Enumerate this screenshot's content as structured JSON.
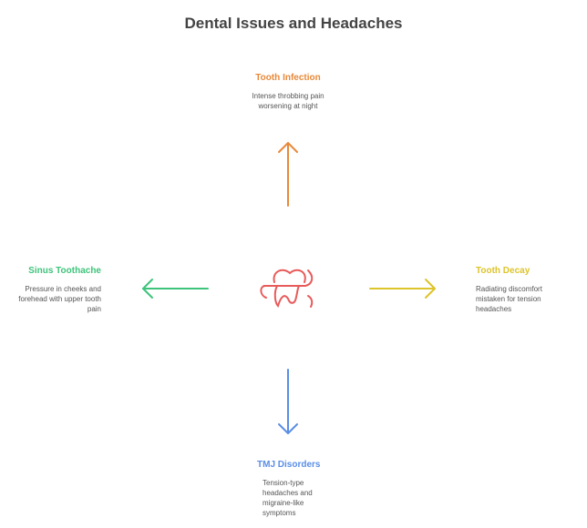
{
  "title": "Dental Issues and Headaches",
  "center_icon": "tooth-icon",
  "nodes": {
    "top": {
      "title": "Tooth Infection",
      "desc": "Intense throbbing pain worsening at night",
      "color": "#E8893A"
    },
    "left": {
      "title": "Sinus Toothache",
      "desc": "Pressure in cheeks and forehead with upper tooth pain",
      "color": "#3DC47A"
    },
    "right": {
      "title": "Tooth Decay",
      "desc": "Radiating discomfort mistaken for tension headaches",
      "color": "#DDC42A"
    },
    "bottom": {
      "title": "TMJ Disorders",
      "desc": "Tension-type headaches and migraine-like symptoms",
      "color": "#5A8EE6"
    }
  },
  "icon_color": "#E85A5A"
}
